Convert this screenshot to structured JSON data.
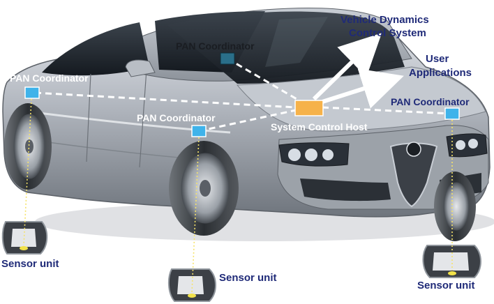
{
  "colors": {
    "coordinator": "#3fb3ea",
    "coordinator_dark": "#2a6f8a",
    "host": "#f6b24a",
    "navy_label": "#1f2a78",
    "white_label": "#ffffff",
    "car_body": "#a9aeb6"
  },
  "labels": {
    "pan_coordinator_roof": "PAN Coordinator",
    "pan_coordinator_left": "PAN Coordinator",
    "pan_coordinator_center": "PAN Coordinator",
    "pan_coordinator_right": "PAN Coordinator",
    "vehicle_dynamics_line1": "Vehicle Dynamics",
    "vehicle_dynamics_line2": "Control System",
    "user_apps_line1": "User",
    "user_apps_line2": "Applications",
    "system_control_host": "System Control Host",
    "sensor_left": "Sensor unit",
    "sensor_center": "Sensor unit",
    "sensor_right": "Sensor unit"
  }
}
